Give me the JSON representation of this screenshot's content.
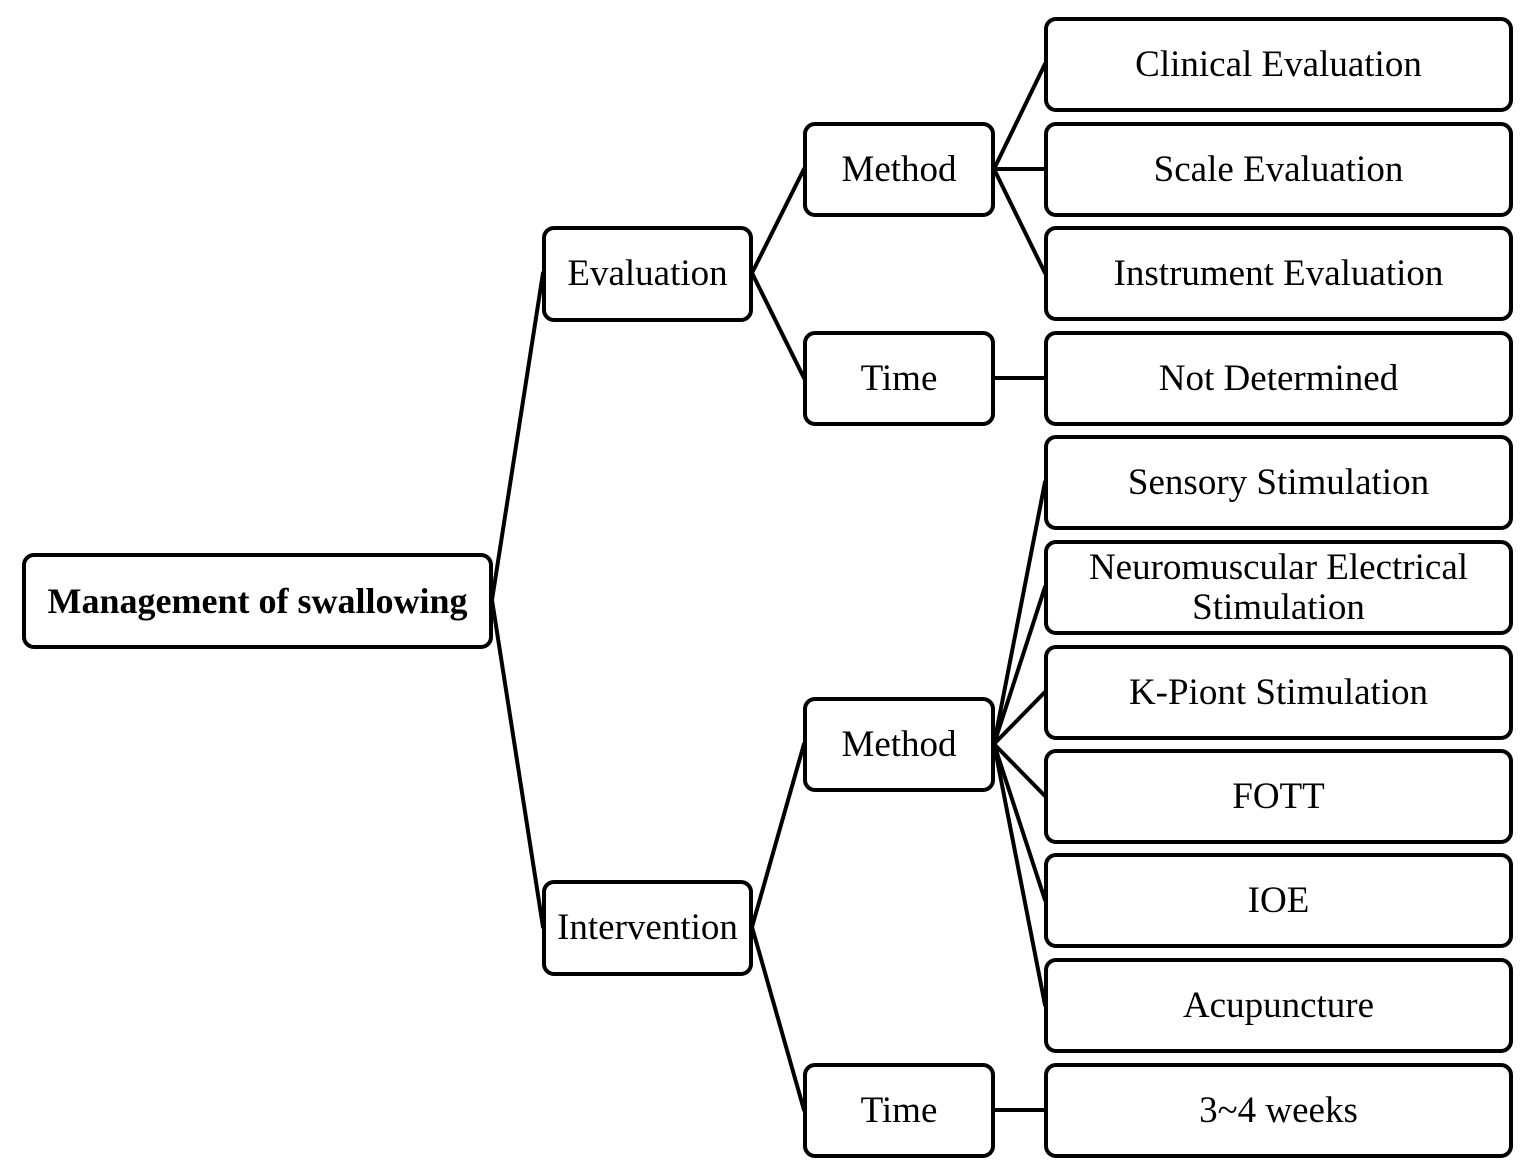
{
  "root": {
    "label": "Management of swallowing"
  },
  "evaluation": {
    "label": "Evaluation",
    "method": {
      "label": "Method",
      "items": [
        "Clinical Evaluation",
        "Scale Evaluation",
        "Instrument Evaluation"
      ]
    },
    "time": {
      "label": "Time",
      "value": "Not Determined"
    }
  },
  "intervention": {
    "label": "Intervention",
    "method": {
      "label": "Method",
      "items": [
        "Sensory Stimulation",
        "Neuromuscular Electrical Stimulation",
        "K-Piont Stimulation",
        "FOTT",
        "IOE",
        "Acupuncture"
      ]
    },
    "time": {
      "label": "Time",
      "value": "3~4 weeks"
    }
  }
}
